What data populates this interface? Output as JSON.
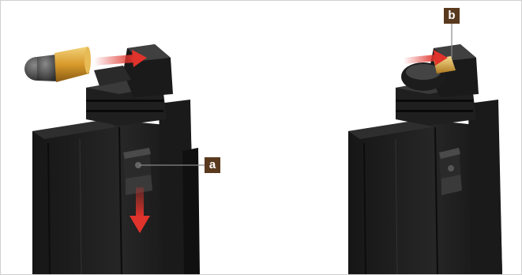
{
  "callouts": {
    "a": "a",
    "b": "b"
  },
  "colors": {
    "callout_bg": "#5a3a1e",
    "arrow_red": "#e0332b",
    "magazine_body": "#1d1d1d",
    "cartridge_brass": "#d89a2b",
    "bullet_lead": "#4a4a4a"
  },
  "icons": {
    "left_figure": "magazine-with-cartridge-and-follower-button",
    "right_figure": "magazine-loaded-cartridge",
    "insert_arrow": "insert-arrow-icon",
    "down_arrow": "pull-down-arrow-icon"
  }
}
